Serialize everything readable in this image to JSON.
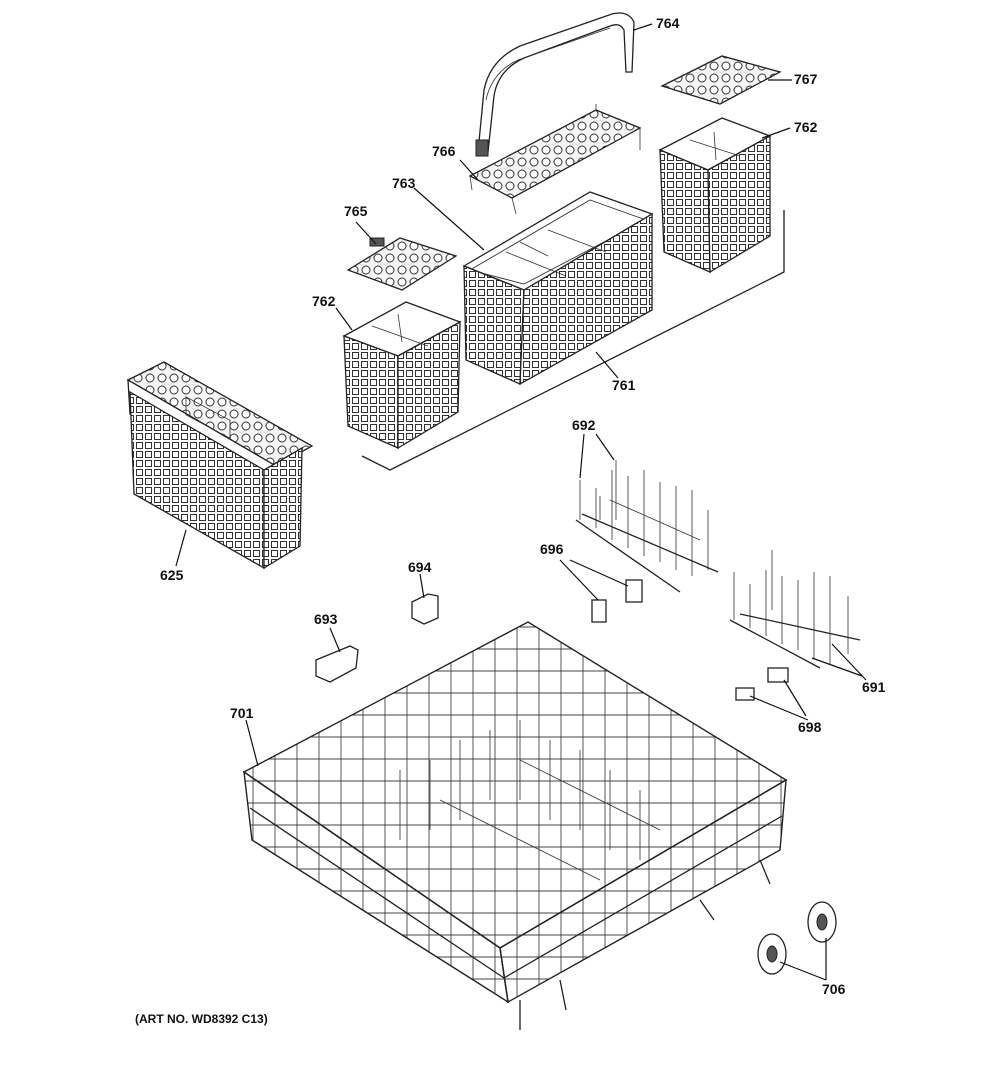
{
  "callouts": {
    "c764": "764",
    "c767": "767",
    "c762a": "762",
    "c766": "766",
    "c763": "763",
    "c765": "765",
    "c762b": "762",
    "c761": "761",
    "c625": "625",
    "c692": "692",
    "c696": "696",
    "c694": "694",
    "c693": "693",
    "c701": "701",
    "c691": "691",
    "c698": "698",
    "c706": "706"
  },
  "art_number": "(ART NO. WD8392 C13)"
}
